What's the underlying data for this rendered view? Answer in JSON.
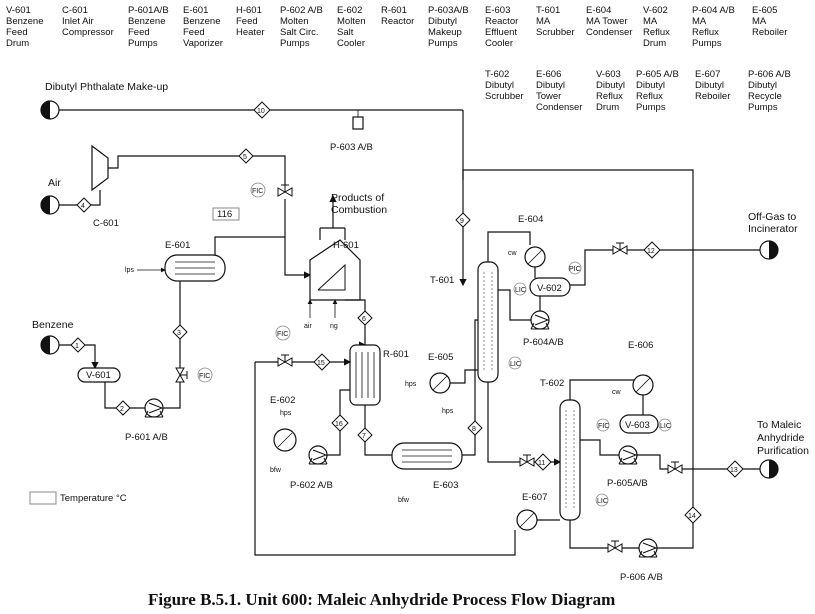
{
  "header": {
    "row1": [
      {
        "tag": "V-601",
        "lines": [
          "Benzene",
          "Feed",
          "Drum"
        ]
      },
      {
        "tag": "C-601",
        "lines": [
          "Inlet Air",
          "Compressor"
        ]
      },
      {
        "tag": "P-601A/B",
        "lines": [
          "Benzene",
          "Feed",
          "Pumps"
        ]
      },
      {
        "tag": "E-601",
        "lines": [
          "Benzene",
          "Feed",
          "Vaporizer"
        ]
      },
      {
        "tag": "H-601",
        "lines": [
          "Feed",
          "Heater"
        ]
      },
      {
        "tag": "P-602 A/B",
        "lines": [
          "Molten",
          "Salt Circ.",
          "Pumps"
        ]
      },
      {
        "tag": "E-602",
        "lines": [
          "Molten",
          "Salt",
          "Cooler"
        ]
      },
      {
        "tag": "R-601",
        "lines": [
          "Reactor"
        ]
      },
      {
        "tag": "P-603A/B",
        "lines": [
          "Dibutyl",
          "Makeup",
          "Pumps"
        ]
      },
      {
        "tag": "E-603",
        "lines": [
          "Reactor",
          "Effluent",
          "Cooler"
        ]
      },
      {
        "tag": "T-601",
        "lines": [
          "MA",
          "Scrubber"
        ]
      },
      {
        "tag": "E-604",
        "lines": [
          "MA Tower",
          "Condenser"
        ]
      },
      {
        "tag": "V-602",
        "lines": [
          "MA",
          "Reflux",
          "Drum"
        ]
      },
      {
        "tag": "P-604 A/B",
        "lines": [
          "MA",
          "Reflux",
          "Pumps"
        ]
      },
      {
        "tag": "E-605",
        "lines": [
          "MA",
          "Reboiler"
        ]
      }
    ],
    "row2": [
      {
        "tag": "T-602",
        "lines": [
          "Dibutyl",
          "Scrubber"
        ]
      },
      {
        "tag": "E-606",
        "lines": [
          "Dibutyl",
          "Tower",
          "Condenser"
        ]
      },
      {
        "tag": "V-603",
        "lines": [
          "Dibutyl",
          "Reflux",
          "Drum"
        ]
      },
      {
        "tag": "P-605 A/B",
        "lines": [
          "Dibutyl",
          "Reflux",
          "Pumps"
        ]
      },
      {
        "tag": "E-607",
        "lines": [
          "Dibutyl",
          "Reboiler"
        ]
      },
      {
        "tag": "P-606 A/B",
        "lines": [
          "Dibutyl",
          "Recycle",
          "Pumps"
        ]
      }
    ]
  },
  "labels": {
    "makeup": "Dibutyl Phthalate Make-up",
    "air": "Air",
    "benzene": "Benzene",
    "products": [
      "Products of",
      "Combustion"
    ],
    "offgas": [
      "Off-Gas to",
      "Incinerator"
    ],
    "to_ma": [
      "To Maleic",
      "Anhydride",
      "Purification"
    ],
    "legend": "Temperature °C",
    "temp_value": "116",
    "caption": "Figure B.5.1. Unit 600: Maleic Anhydride Process Flow Diagram"
  },
  "equipment": {
    "c601": "C-601",
    "e601": "E-601",
    "v601": "V-601",
    "p601": "P-601 A/B",
    "h601": "H-601",
    "p603": "P-603 A/B",
    "r601": "R-601",
    "e602": "E-602",
    "p602": "P-602 A/B",
    "e603": "E-603",
    "t601": "T-601",
    "e604": "E-604",
    "v602": "V-602",
    "p604": "P-604A/B",
    "e605": "E-605",
    "t602": "T-602",
    "e606": "E-606",
    "v603": "V-603",
    "p605": "P-605A/B",
    "e607": "E-607",
    "p606": "P-606 A/B"
  },
  "utilities": {
    "lps": "lps",
    "hps": "hps",
    "bfw": "bfw",
    "cw": "cw",
    "air": "air",
    "ng": "ng"
  },
  "instruments": {
    "fic": "FIC",
    "pic": "PIC",
    "lic": "LIC"
  },
  "streams": [
    "1",
    "2",
    "3",
    "4",
    "5",
    "6",
    "7",
    "8",
    "9",
    "10",
    "11",
    "12",
    "13",
    "14",
    "15",
    "16"
  ]
}
